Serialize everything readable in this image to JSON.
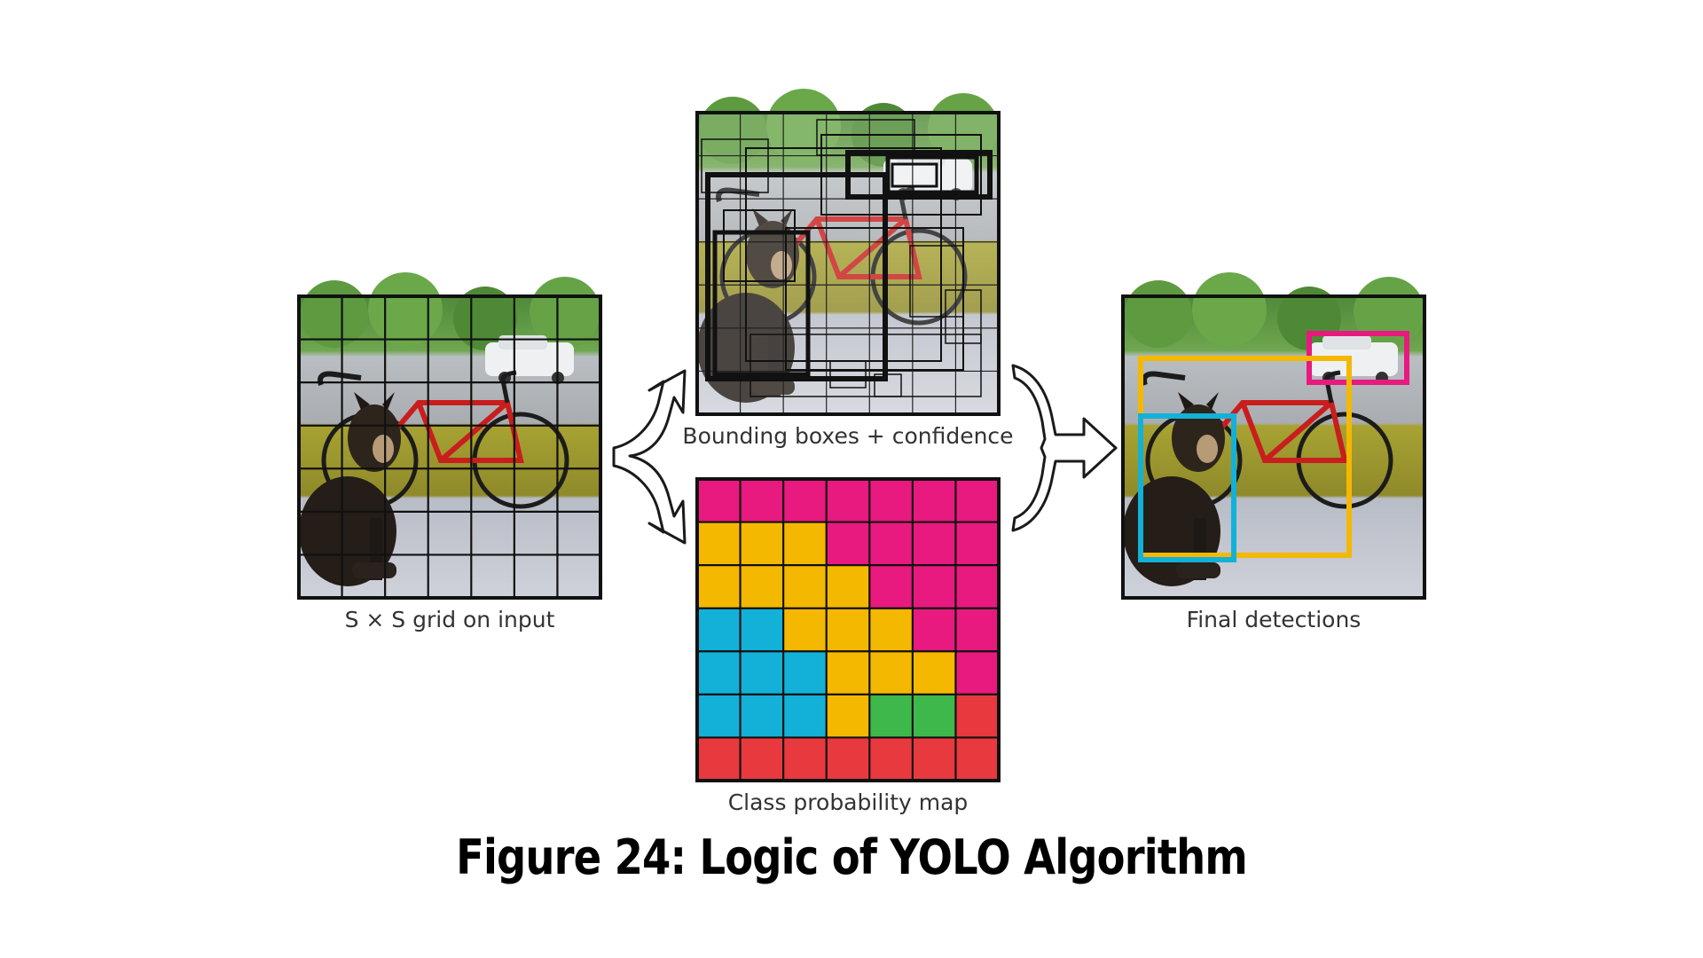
{
  "panels": {
    "input": {
      "caption": "S × S grid on input"
    },
    "boxes": {
      "caption": "Bounding boxes + confidence"
    },
    "classmap": {
      "caption": "Class probability map",
      "grid_colors": [
        [
          "#e8197f",
          "#e8197f",
          "#e8197f",
          "#e8197f",
          "#e8197f",
          "#e8197f",
          "#e8197f"
        ],
        [
          "#f5b800",
          "#f5b800",
          "#f5b800",
          "#e8197f",
          "#e8197f",
          "#e8197f",
          "#e8197f"
        ],
        [
          "#f5b800",
          "#f5b800",
          "#f5b800",
          "#f5b800",
          "#e8197f",
          "#e8197f",
          "#e8197f"
        ],
        [
          "#13b1d8",
          "#13b1d8",
          "#f5b800",
          "#f5b800",
          "#f5b800",
          "#e8197f",
          "#e8197f"
        ],
        [
          "#13b1d8",
          "#13b1d8",
          "#13b1d8",
          "#f5b800",
          "#f5b800",
          "#f5b800",
          "#e8197f"
        ],
        [
          "#13b1d8",
          "#13b1d8",
          "#13b1d8",
          "#f5b800",
          "#3fb84b",
          "#3fb84b",
          "#e8393f"
        ],
        [
          "#e8393f",
          "#e8393f",
          "#e8393f",
          "#e8393f",
          "#e8393f",
          "#e8393f",
          "#e8393f"
        ]
      ]
    },
    "final": {
      "caption": "Final detections",
      "detection_colors": {
        "car": "#e8197f",
        "bicycle": "#f5b800",
        "dog": "#13b1d8"
      }
    }
  },
  "figure_caption": "Figure 24: Logic of YOLO Algorithm",
  "icons": [
    "split-arrow-icon",
    "merge-arrow-icon"
  ]
}
